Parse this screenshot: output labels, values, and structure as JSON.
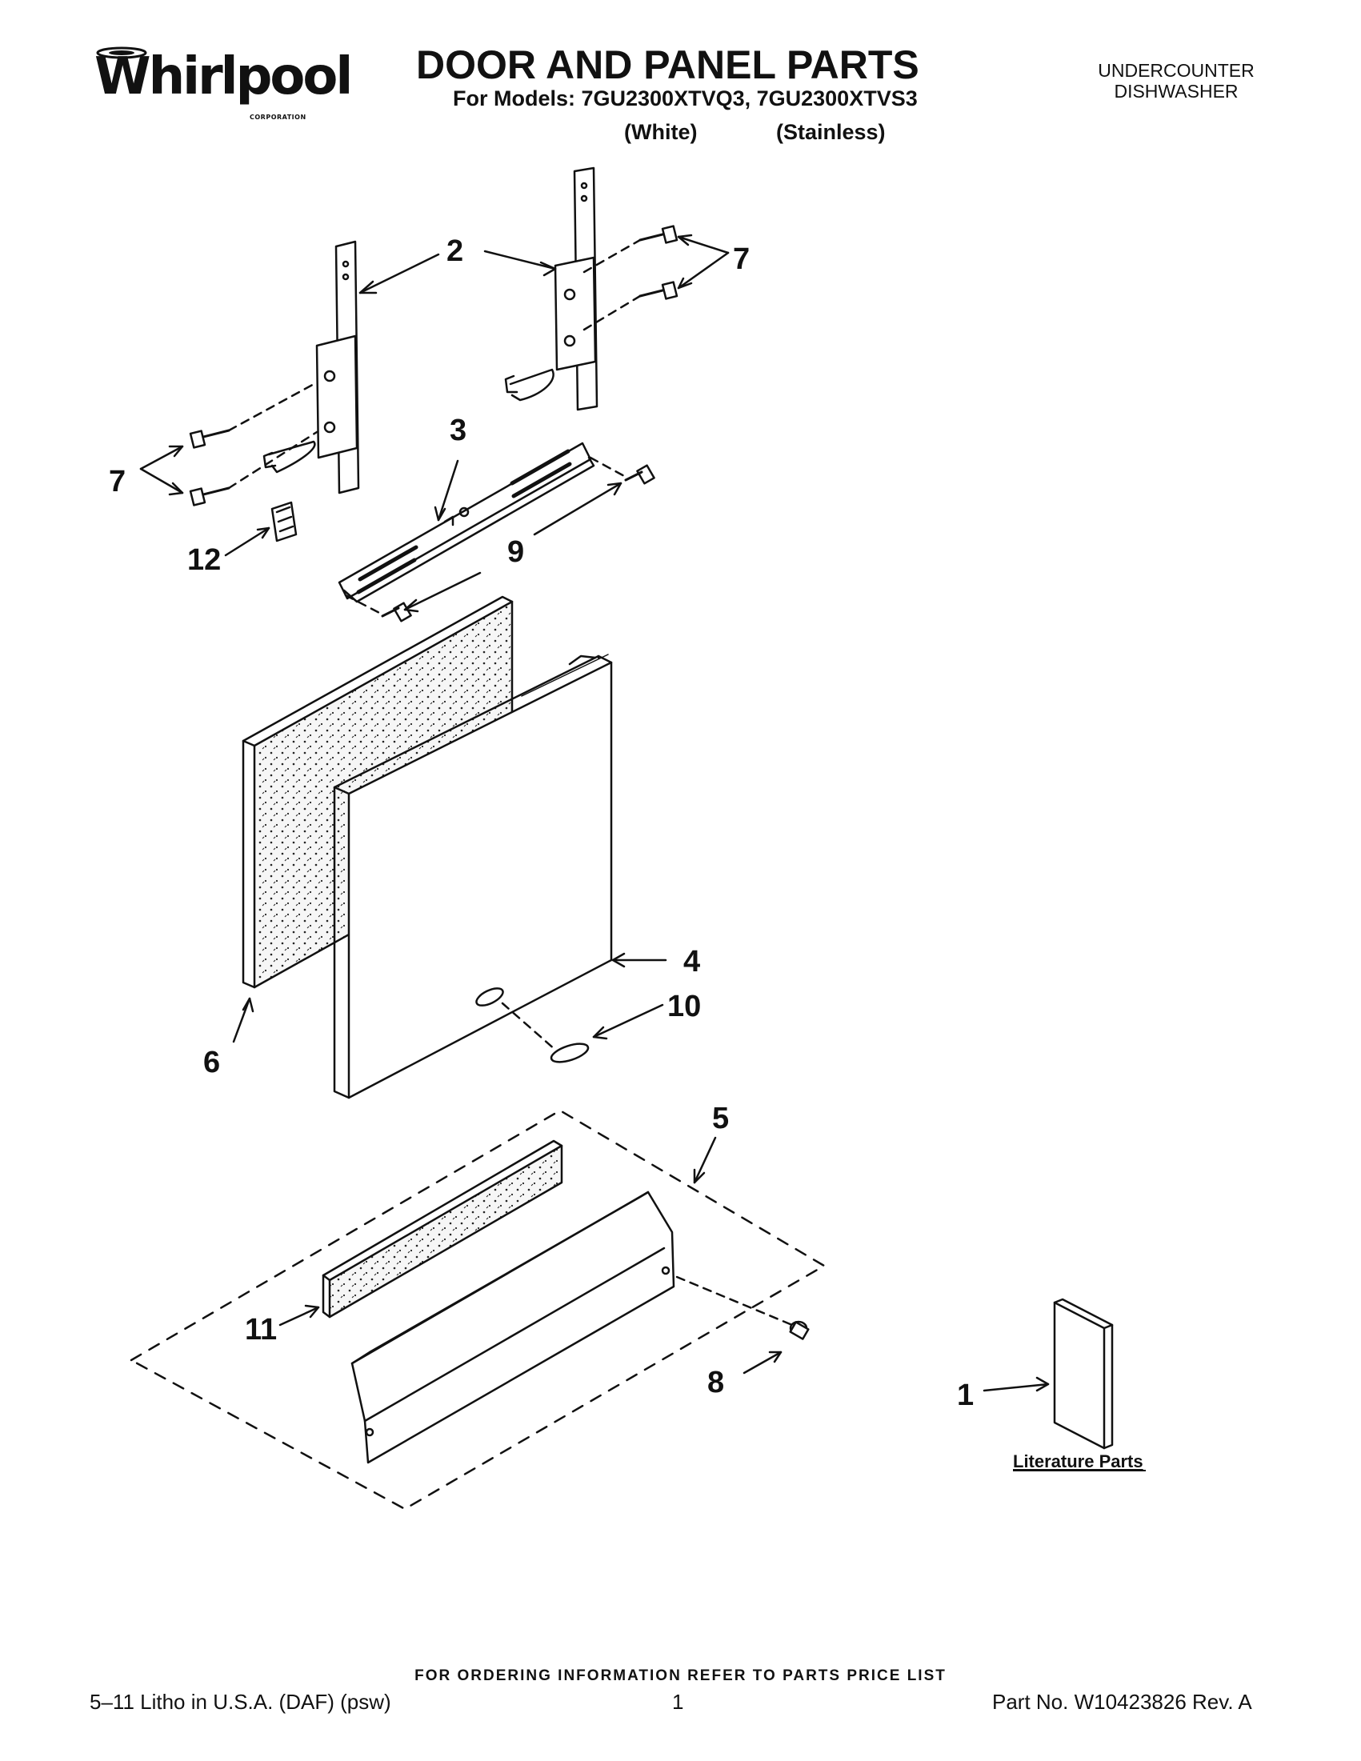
{
  "header": {
    "brand": "Whirlpool",
    "brand_sub": "CORPORATION",
    "title": "DOOR AND PANEL PARTS",
    "models_line": "For Models: 7GU2300XTVQ3, 7GU2300XTVS3",
    "variant_white": "(White)",
    "variant_stainless": "(Stainless)",
    "appliance_line1": "UNDERCOUNTER",
    "appliance_line2": "DISHWASHER"
  },
  "callouts": {
    "p1": "1",
    "p2": "2",
    "p3": "3",
    "p4": "4",
    "p5": "5",
    "p6": "6",
    "p7a": "7",
    "p7b": "7",
    "p8": "8",
    "p9": "9",
    "p10": "10",
    "p11": "11",
    "p12": "12"
  },
  "literature_label": "Literature Parts",
  "footer": {
    "order_info": "FOR ORDERING INFORMATION REFER TO PARTS PRICE LIST",
    "litho": "5–11 Litho in U.S.A. (DAF) (psw)",
    "page": "1",
    "part_no": "Part No. W10423826 Rev. A"
  },
  "colors": {
    "ink": "#111111",
    "paper": "#ffffff",
    "foam": "#f4f4f4"
  }
}
